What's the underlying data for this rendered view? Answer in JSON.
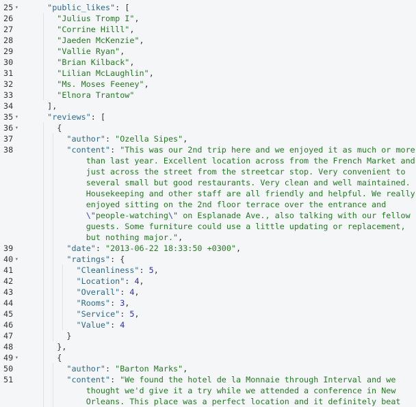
{
  "lines": [
    {
      "n": "25",
      "fold": true,
      "indent": 1,
      "tokens": [
        [
          "key",
          "\"public_likes\""
        ],
        [
          "p",
          ": ["
        ]
      ]
    },
    {
      "n": "26",
      "indent": 2,
      "tokens": [
        [
          "str",
          "\"Julius Tromp I\""
        ],
        [
          "p",
          ","
        ]
      ]
    },
    {
      "n": "27",
      "indent": 2,
      "tokens": [
        [
          "str",
          "\"Corrine Hilll\""
        ],
        [
          "p",
          ","
        ]
      ]
    },
    {
      "n": "28",
      "indent": 2,
      "tokens": [
        [
          "str",
          "\"Jaeden McKenzie\""
        ],
        [
          "p",
          ","
        ]
      ]
    },
    {
      "n": "29",
      "indent": 2,
      "tokens": [
        [
          "str",
          "\"Vallie Ryan\""
        ],
        [
          "p",
          ","
        ]
      ]
    },
    {
      "n": "30",
      "indent": 2,
      "tokens": [
        [
          "str",
          "\"Brian Kilback\""
        ],
        [
          "p",
          ","
        ]
      ]
    },
    {
      "n": "31",
      "indent": 2,
      "tokens": [
        [
          "str",
          "\"Lilian McLaughlin\""
        ],
        [
          "p",
          ","
        ]
      ]
    },
    {
      "n": "32",
      "indent": 2,
      "tokens": [
        [
          "str",
          "\"Ms. Moses Feeney\""
        ],
        [
          "p",
          ","
        ]
      ]
    },
    {
      "n": "33",
      "indent": 2,
      "tokens": [
        [
          "str",
          "\"Elnora Trantow\""
        ]
      ]
    },
    {
      "n": "34",
      "indent": 1,
      "tokens": [
        [
          "p",
          "],"
        ]
      ]
    },
    {
      "n": "35",
      "fold": true,
      "indent": 1,
      "tokens": [
        [
          "key",
          "\"reviews\""
        ],
        [
          "p",
          ": ["
        ]
      ]
    },
    {
      "n": "36",
      "fold": true,
      "indent": 2,
      "tokens": [
        [
          "p",
          "{"
        ]
      ]
    },
    {
      "n": "37",
      "indent": 3,
      "tokens": [
        [
          "key",
          "\"author\""
        ],
        [
          "p",
          ": "
        ],
        [
          "str",
          "\"Ozella Sipes\""
        ],
        [
          "p",
          ","
        ]
      ]
    },
    {
      "n": "38",
      "indent": 3,
      "tokens": [
        [
          "key",
          "\"content\""
        ],
        [
          "p",
          ": "
        ],
        [
          "str",
          "\"This was our 2nd trip here and we enjoyed it as much or more"
        ]
      ],
      "wrap": [
        [
          [
            "str",
            "than last year. Excellent location across from the French Market and"
          ]
        ],
        [
          [
            "str",
            "just across the street from the streetcar stop. Very convenient to"
          ]
        ],
        [
          [
            "str",
            "several small but good restaurants. Very clean and well maintained."
          ]
        ],
        [
          [
            "str",
            "Housekeeping and other staff are all friendly and helpful. We really"
          ]
        ],
        [
          [
            "str",
            "enjoyed sitting on the 2nd floor terrace over the entrance and"
          ]
        ],
        [
          [
            "esc",
            "\\\""
          ],
          [
            "str",
            "people-watching"
          ],
          [
            "esc",
            "\\\""
          ],
          [
            "str",
            " on Esplanade Ave., also talking with our fellow"
          ]
        ],
        [
          [
            "str",
            "guests. Some furniture could use a little updating or replacement,"
          ]
        ],
        [
          [
            "str",
            "but nothing major.\""
          ],
          [
            "p",
            ","
          ]
        ]
      ]
    },
    {
      "n": "39",
      "indent": 3,
      "tokens": [
        [
          "key",
          "\"date\""
        ],
        [
          "p",
          ": "
        ],
        [
          "str",
          "\"2013-06-22 18:33:50 +0300\""
        ],
        [
          "p",
          ","
        ]
      ]
    },
    {
      "n": "40",
      "fold": true,
      "indent": 3,
      "tokens": [
        [
          "key",
          "\"ratings\""
        ],
        [
          "p",
          ": {"
        ]
      ]
    },
    {
      "n": "41",
      "indent": 4,
      "tokens": [
        [
          "key",
          "\"Cleanliness\""
        ],
        [
          "p",
          ": "
        ],
        [
          "num",
          "5"
        ],
        [
          "p",
          ","
        ]
      ]
    },
    {
      "n": "42",
      "indent": 4,
      "tokens": [
        [
          "key",
          "\"Location\""
        ],
        [
          "p",
          ": "
        ],
        [
          "num",
          "4"
        ],
        [
          "p",
          ","
        ]
      ]
    },
    {
      "n": "43",
      "indent": 4,
      "tokens": [
        [
          "key",
          "\"Overall\""
        ],
        [
          "p",
          ": "
        ],
        [
          "num",
          "4"
        ],
        [
          "p",
          ","
        ]
      ]
    },
    {
      "n": "44",
      "indent": 4,
      "tokens": [
        [
          "key",
          "\"Rooms\""
        ],
        [
          "p",
          ": "
        ],
        [
          "num",
          "3"
        ],
        [
          "p",
          ","
        ]
      ]
    },
    {
      "n": "45",
      "indent": 4,
      "tokens": [
        [
          "key",
          "\"Service\""
        ],
        [
          "p",
          ": "
        ],
        [
          "num",
          "5"
        ],
        [
          "p",
          ","
        ]
      ]
    },
    {
      "n": "46",
      "indent": 4,
      "tokens": [
        [
          "key",
          "\"Value\""
        ],
        [
          "p",
          ": "
        ],
        [
          "num",
          "4"
        ]
      ]
    },
    {
      "n": "47",
      "indent": 3,
      "tokens": [
        [
          "p",
          "}"
        ]
      ]
    },
    {
      "n": "48",
      "indent": 2,
      "tokens": [
        [
          "p",
          "},"
        ]
      ]
    },
    {
      "n": "49",
      "fold": true,
      "indent": 2,
      "tokens": [
        [
          "p",
          "{"
        ]
      ]
    },
    {
      "n": "50",
      "indent": 3,
      "tokens": [
        [
          "key",
          "\"author\""
        ],
        [
          "p",
          ": "
        ],
        [
          "str",
          "\"Barton Marks\""
        ],
        [
          "p",
          ","
        ]
      ]
    },
    {
      "n": "51",
      "indent": 3,
      "tokens": [
        [
          "key",
          "\"content\""
        ],
        [
          "p",
          ": "
        ],
        [
          "str",
          "\"We found the hotel de la Monnaie through Interval and we"
        ]
      ],
      "wrap": [
        [
          [
            "str",
            "thought we'd give it a try while we attended a conference in New"
          ]
        ],
        [
          [
            "str",
            "Orleans. This place was a perfect location and it definitely beat"
          ]
        ]
      ]
    }
  ]
}
